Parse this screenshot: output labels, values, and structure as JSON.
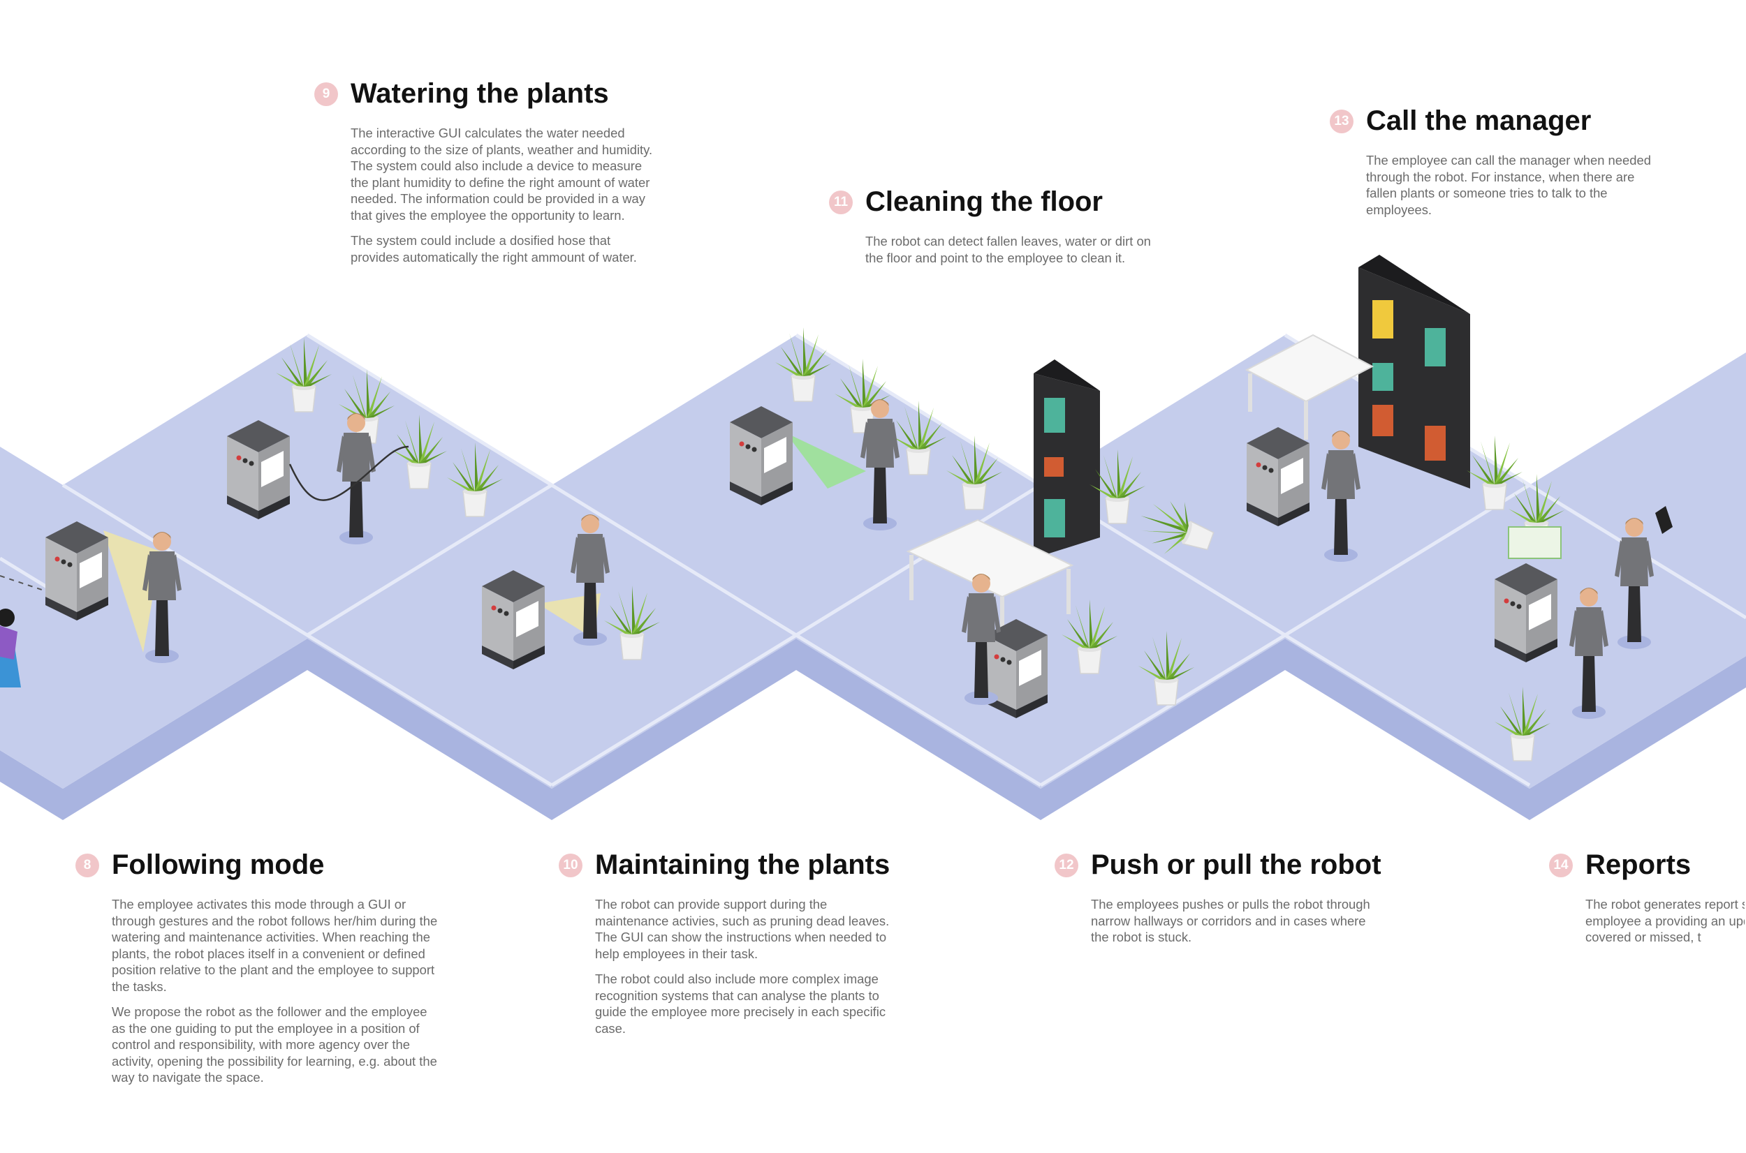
{
  "steps": [
    {
      "id": "s8",
      "number": "8",
      "title": "Following mode",
      "paragraphs": [
        "The employee activates this mode through a GUI or through gestures and the robot follows her/him during the watering and maintenance activities. When reaching the plants, the robot places itself in a convenient or defined position relative to the plant and the employee to support the tasks.",
        "We propose the robot as the follower and the employee as the one guiding to put the employee in a position of control and responsibility, with more agency over the activity, opening the possibility for learning, e.g. about the way to navigate the space."
      ]
    },
    {
      "id": "s9",
      "number": "9",
      "title": "Watering the plants",
      "paragraphs": [
        "The interactive GUI calculates the water needed according to the size of plants, weather and humidity. The system could also include a device to measure the plant humidity to define the right amount of water needed. The information could be provided in a way that gives the employee the opportunity to learn.",
        "The system could include a dosified hose that provides automatically the right ammount of water."
      ]
    },
    {
      "id": "s10",
      "number": "10",
      "title": "Maintaining the plants",
      "paragraphs": [
        "The robot can provide support during the maintenance activies, such as pruning dead leaves. The GUI can show the instructions when needed to help employees in their task.",
        "The robot could also include more complex image recognition systems that can analyse the plants to guide the employee more precisely in each specific case."
      ]
    },
    {
      "id": "s11",
      "number": "11",
      "title": "Cleaning the floor",
      "paragraphs": [
        "The robot can detect fallen leaves, water or dirt on the floor and point to the employee to clean it."
      ]
    },
    {
      "id": "s12",
      "number": "12",
      "title": "Push or pull the robot",
      "paragraphs": [
        "The employees pushes or pulls the robot through narrow hallways or corridors and in cases where the robot is stuck."
      ]
    },
    {
      "id": "s13",
      "number": "13",
      "title": "Call the manager",
      "paragraphs": [
        "The employee can call the manager when needed through the robot. For instance, when there are fallen plants or someone tries to talk to the employees."
      ]
    },
    {
      "id": "s14",
      "number": "14",
      "title": "Reports",
      "paragraphs": [
        "The robot generates report shared with the employee a providing an update on the areas covered or missed, t"
      ]
    }
  ],
  "colors": {
    "floor_top": "#c5cdec",
    "floor_side": "#a9b4e0",
    "floor_seam": "#e6eaf8",
    "badge": "#f1c6c9",
    "robot": "#a9aaad",
    "plant": "#6aa82f",
    "pot": "#f1f1f1",
    "shelf": "#2d2d2f",
    "light_beam": "#f1e7a2",
    "detection_beam": "#93e584"
  },
  "icons": [
    "robot-icon",
    "plant-icon",
    "person-icon",
    "bookshelf-icon",
    "desk-icon",
    "tablet-icon"
  ]
}
